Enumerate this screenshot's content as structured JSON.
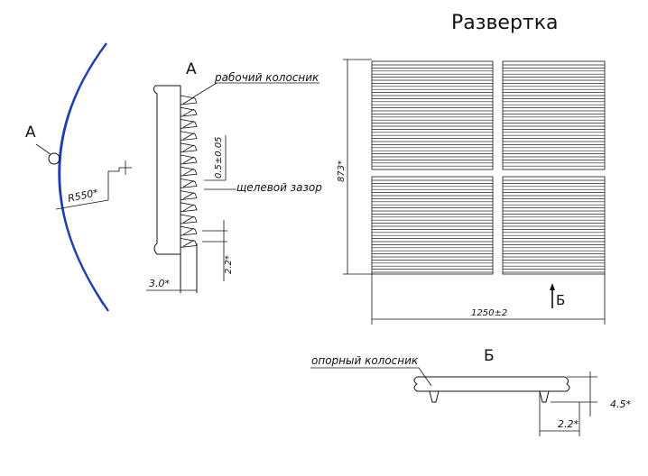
{
  "title": "Развертка",
  "colors": {
    "line": "#111111",
    "arc": "#1f3fae",
    "background": "#ffffff"
  },
  "arc_view": {
    "detail_label": "А",
    "radius_label": "R550*"
  },
  "section_a": {
    "view_label": "А",
    "working_bar_label": "рабочий колосник",
    "slot_gap_label": "щелевой зазор",
    "gap_dim": "0.5±0.05",
    "pitch_dim": "2.2*",
    "width_dim": "3.0*"
  },
  "development": {
    "height_dim": "873*",
    "width_dim": "1250±2",
    "view_marker": "Б"
  },
  "section_b": {
    "view_label": "Б",
    "support_bar_label": "опорный колосник",
    "height_dim": "4.5*",
    "pitch_dim": "2.2*"
  }
}
